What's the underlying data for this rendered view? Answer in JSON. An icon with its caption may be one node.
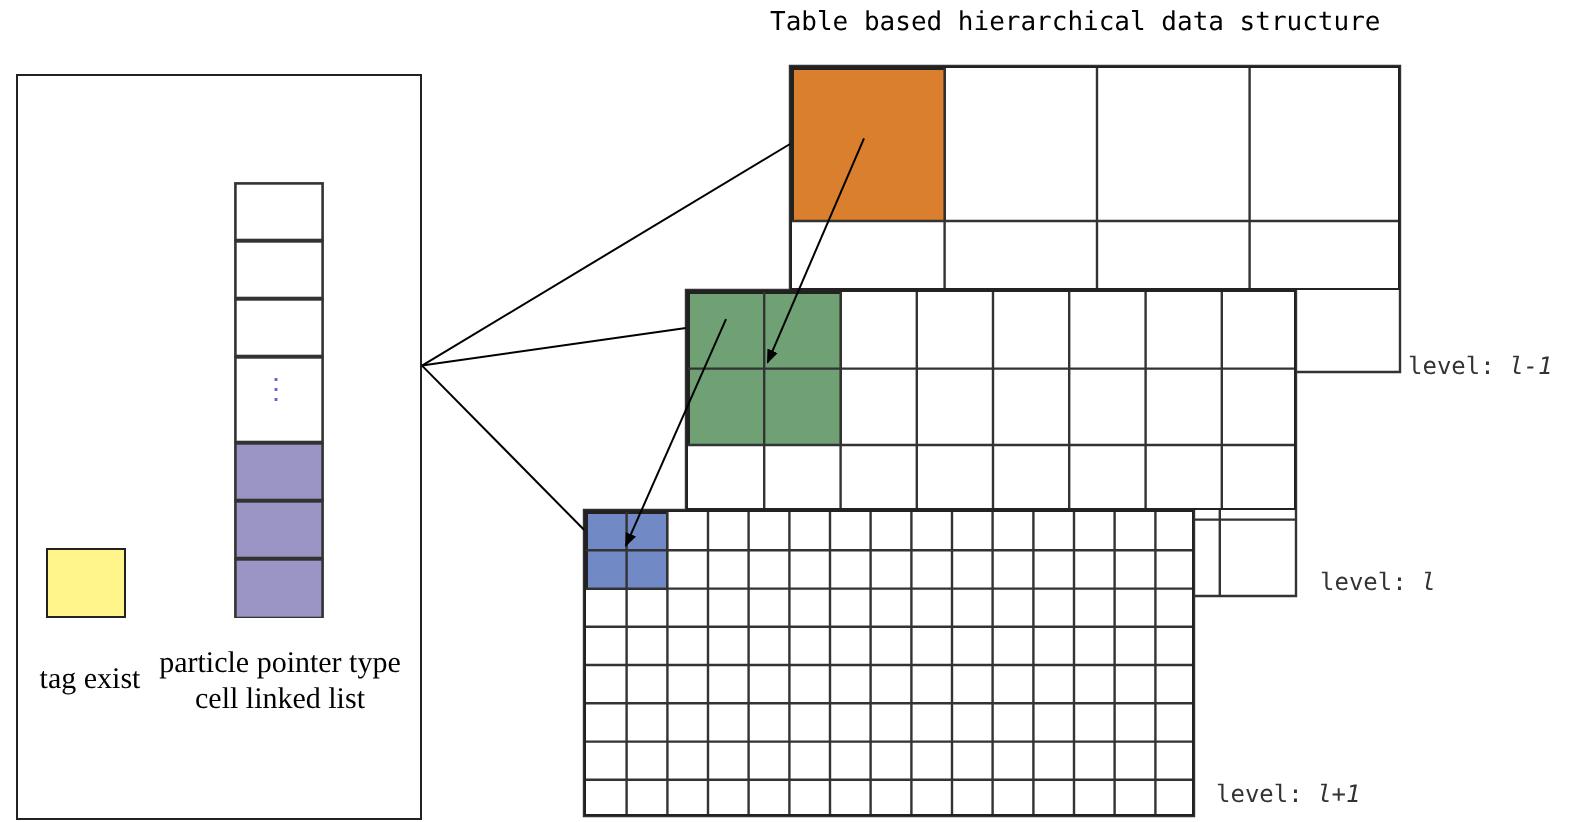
{
  "diagram": {
    "title": "Table based hierarchical data structure",
    "nodes": [
      {
        "text": [],
        "shape": "box"
      },
      {
        "text": [],
        "shape": "box",
        "in": 0,
        "beside": [
          "tag exist"
        ]
      },
      {
        "text": [],
        "shape": "bar",
        "in": 0,
        "beside": [
          "particle pointer type cell linked list"
        ]
      },
      {
        "text": [],
        "shape": "grid",
        "beside": [
          "level: *l-1*"
        ]
      },
      {
        "text": [],
        "shape": "grid",
        "beside": [
          "level: *l*"
        ]
      },
      {
        "text": [],
        "shape": "grid",
        "beside": [
          "level: *l+1*"
        ]
      },
      {
        "text": [],
        "shape": "box",
        "in": 3
      },
      {
        "text": [],
        "shape": "box",
        "in": 4
      },
      {
        "text": [],
        "shape": "box",
        "in": 5
      }
    ],
    "edges": [
      {
        "from": 0,
        "to": 3,
        "arrow": "none"
      },
      {
        "from": 0,
        "to": 4,
        "arrow": "none"
      },
      {
        "from": 0,
        "to": 5,
        "arrow": "none"
      },
      {
        "from": 6,
        "to": 7,
        "arrow": "to"
      },
      {
        "from": 7,
        "to": 8,
        "arrow": "to"
      }
    ],
    "labels": [
      "⋮"
    ]
  }
}
